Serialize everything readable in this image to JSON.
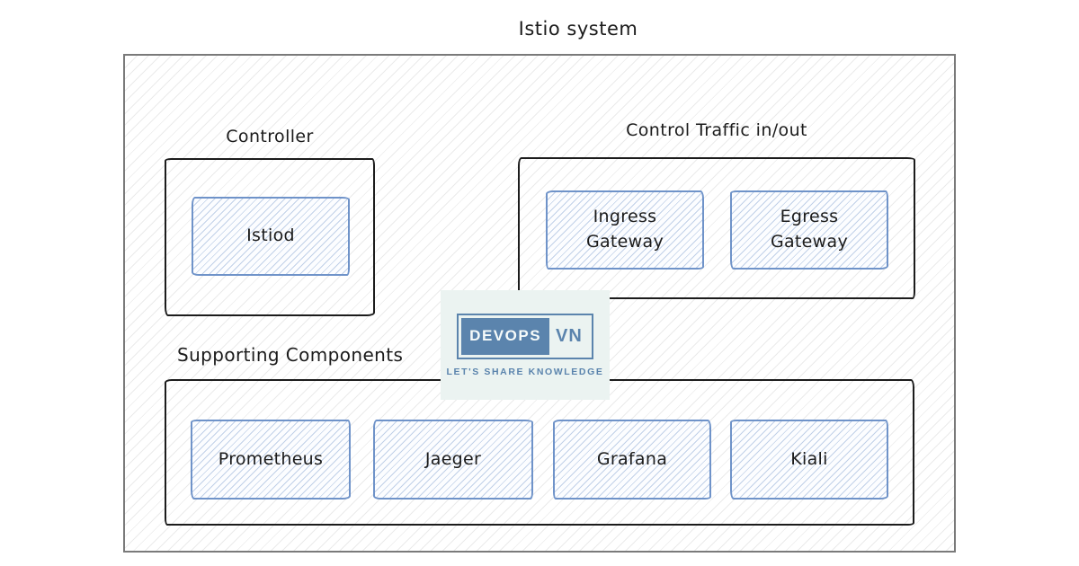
{
  "diagram": {
    "title": "Istio system",
    "sections": [
      {
        "title": "Controller",
        "components": [
          {
            "label": "Istiod"
          }
        ]
      },
      {
        "title": "Control Traffic in/out",
        "components": [
          {
            "label": "Ingress Gateway"
          },
          {
            "label": "Egress Gateway"
          }
        ]
      },
      {
        "title": "Supporting Components",
        "components": [
          {
            "label": "Prometheus"
          },
          {
            "label": "Jaeger"
          },
          {
            "label": "Grafana"
          },
          {
            "label": "Kiali"
          }
        ]
      }
    ]
  },
  "logo": {
    "brand_primary": "DEVOPS",
    "brand_secondary": "VN",
    "tagline": "LET'S SHARE KNOWLEDGE"
  },
  "colors": {
    "accent_blue": "#6f93c9",
    "border_black": "#1c1c1c",
    "outer_border": "#7a7a7a",
    "logo_blue": "#5b84ad",
    "logo_bg": "#ebf3f1",
    "text": "#1b1b1b",
    "component_fill": "#fcfdff"
  }
}
